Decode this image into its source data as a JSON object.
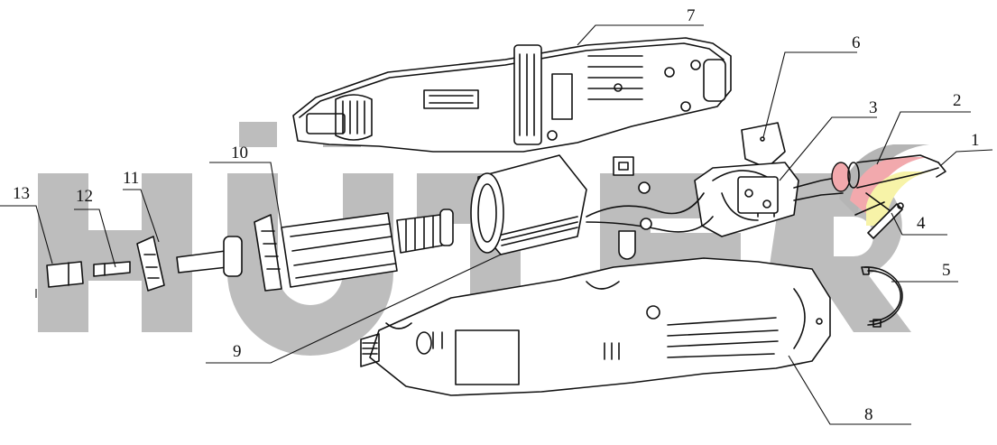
{
  "diagram": {
    "type": "exploded-parts-diagram",
    "subject": "rotary tool (engraver) assembly",
    "watermark": {
      "text": "HÜTER",
      "color": "#bdbdbd",
      "logo_colors": {
        "gray": "#b5b5b5",
        "red": "#f2a9ad",
        "yellow": "#f7f3a8"
      }
    },
    "callouts": [
      {
        "id": "1",
        "label": "1",
        "part": "power cord"
      },
      {
        "id": "2",
        "label": "2",
        "part": "cord strain relief sleeve"
      },
      {
        "id": "3",
        "label": "3",
        "part": "brush holder / circuit board"
      },
      {
        "id": "4",
        "label": "4",
        "part": "cord clamp with screws"
      },
      {
        "id": "5",
        "label": "5",
        "part": "retaining ring"
      },
      {
        "id": "6",
        "label": "6",
        "part": "switch"
      },
      {
        "id": "7",
        "label": "7",
        "part": "housing half (left)"
      },
      {
        "id": "8",
        "label": "8",
        "part": "housing half (right)"
      },
      {
        "id": "9",
        "label": "9",
        "part": "stator"
      },
      {
        "id": "10",
        "label": "10",
        "part": "armature / rotor"
      },
      {
        "id": "11",
        "label": "11",
        "part": "shaft lock / nose cap"
      },
      {
        "id": "12",
        "label": "12",
        "part": "collet"
      },
      {
        "id": "13",
        "label": "13",
        "part": "collet nut"
      }
    ]
  }
}
